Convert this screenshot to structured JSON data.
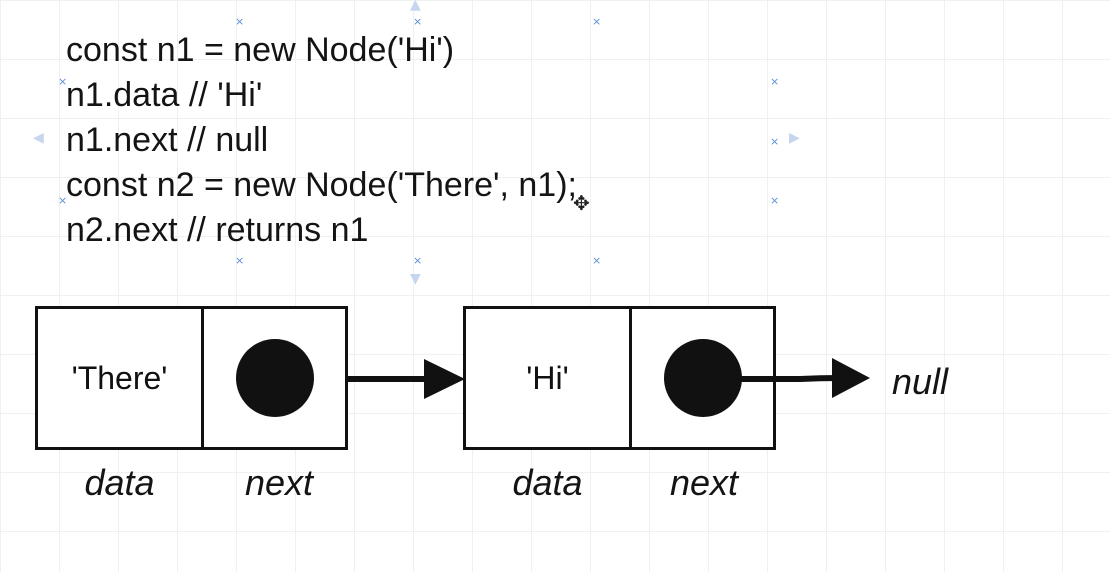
{
  "code_lines": [
    "const n1 = new Node('Hi')",
    "n1.data // 'Hi'",
    "n1.next // null",
    "const n2 = new Node('There', n1);",
    "n2.next // returns n1"
  ],
  "nodes": [
    {
      "data_value": "'There'",
      "data_label": "data",
      "next_label": "next"
    },
    {
      "data_value": "'Hi'",
      "data_label": "data",
      "next_label": "next"
    }
  ],
  "null_label": "null",
  "colors": {
    "stroke": "#111111",
    "selection_handle": "#5b8fd6",
    "grid": "#eef1f4"
  },
  "icons": {
    "cursor": "move-cursor-icon"
  }
}
